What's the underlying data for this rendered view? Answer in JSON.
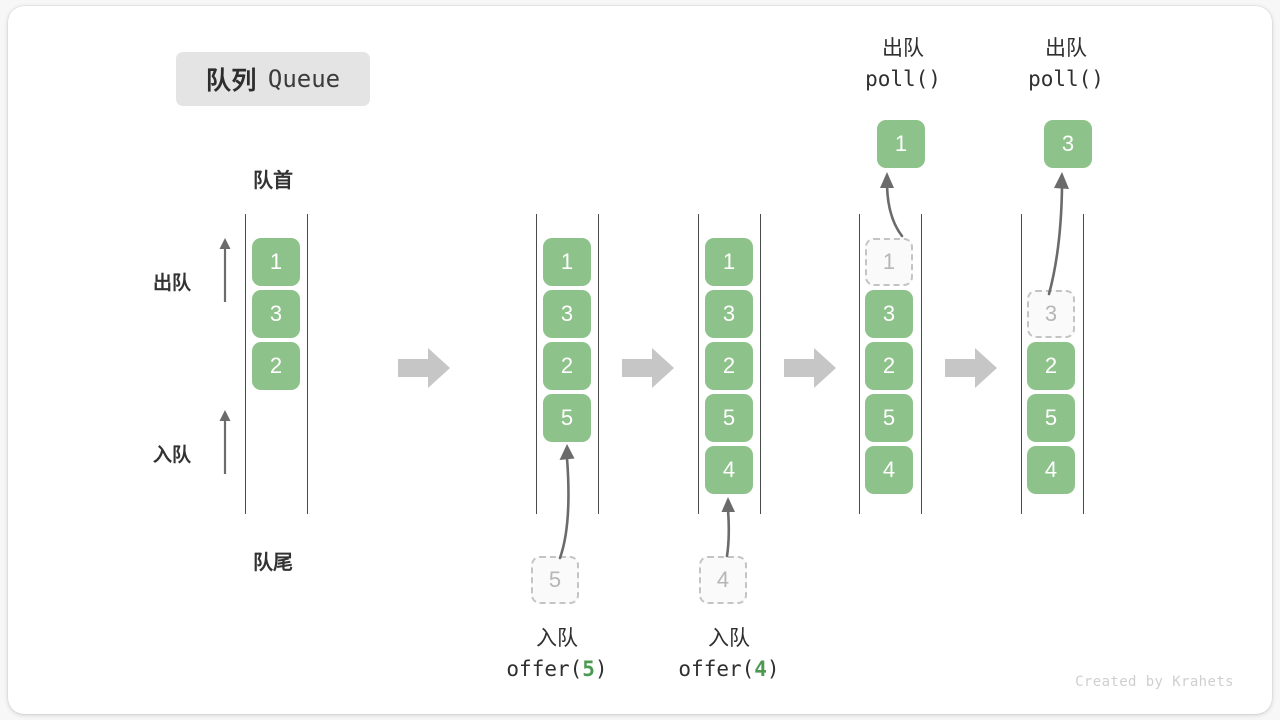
{
  "figure": {
    "title_cn": "队列",
    "title_en": "Queue",
    "credit": "Created by Krahets",
    "head_label": "队首",
    "tail_label": "队尾",
    "dequeue_side_label": "出队",
    "enqueue_side_label": "入队",
    "colors": {
      "cell_green": "#8ec28b",
      "ghost_border": "#c4c4c4",
      "ghost_text": "#b6b6b6",
      "rail": "#4a4a4a",
      "block_arrow": "#c6c6c6",
      "badge_bg": "#e4e4e4",
      "accent_text": "#4c9a52"
    }
  },
  "stages": [
    {
      "name": "initial",
      "cells": [
        {
          "value": "1",
          "ghost": false
        },
        {
          "value": "3",
          "ghost": false
        },
        {
          "value": "2",
          "ghost": false
        }
      ]
    },
    {
      "name": "after-offer-5",
      "cells": [
        {
          "value": "1",
          "ghost": false
        },
        {
          "value": "3",
          "ghost": false
        },
        {
          "value": "2",
          "ghost": false
        },
        {
          "value": "5",
          "ghost": false
        }
      ],
      "incoming": {
        "value": "5"
      },
      "op_cn": "入队",
      "op_code_prefix": "offer(",
      "op_code_arg": "5",
      "op_code_suffix": ")"
    },
    {
      "name": "after-offer-4",
      "cells": [
        {
          "value": "1",
          "ghost": false
        },
        {
          "value": "3",
          "ghost": false
        },
        {
          "value": "2",
          "ghost": false
        },
        {
          "value": "5",
          "ghost": false
        },
        {
          "value": "4",
          "ghost": false
        }
      ],
      "incoming": {
        "value": "4"
      },
      "op_cn": "入队",
      "op_code_prefix": "offer(",
      "op_code_arg": "4",
      "op_code_suffix": ")"
    },
    {
      "name": "after-poll-1",
      "cells": [
        {
          "value": "1",
          "ghost": true
        },
        {
          "value": "3",
          "ghost": false
        },
        {
          "value": "2",
          "ghost": false
        },
        {
          "value": "5",
          "ghost": false
        },
        {
          "value": "4",
          "ghost": false
        }
      ],
      "outgoing": {
        "value": "1"
      },
      "op_cn": "出队",
      "op_code": "poll()"
    },
    {
      "name": "after-poll-3",
      "cells": [
        {
          "value": "",
          "ghost": null
        },
        {
          "value": "3",
          "ghost": true
        },
        {
          "value": "2",
          "ghost": false
        },
        {
          "value": "5",
          "ghost": false
        },
        {
          "value": "4",
          "ghost": false
        }
      ],
      "outgoing": {
        "value": "3"
      },
      "op_cn": "出队",
      "op_code": "poll()"
    }
  ]
}
